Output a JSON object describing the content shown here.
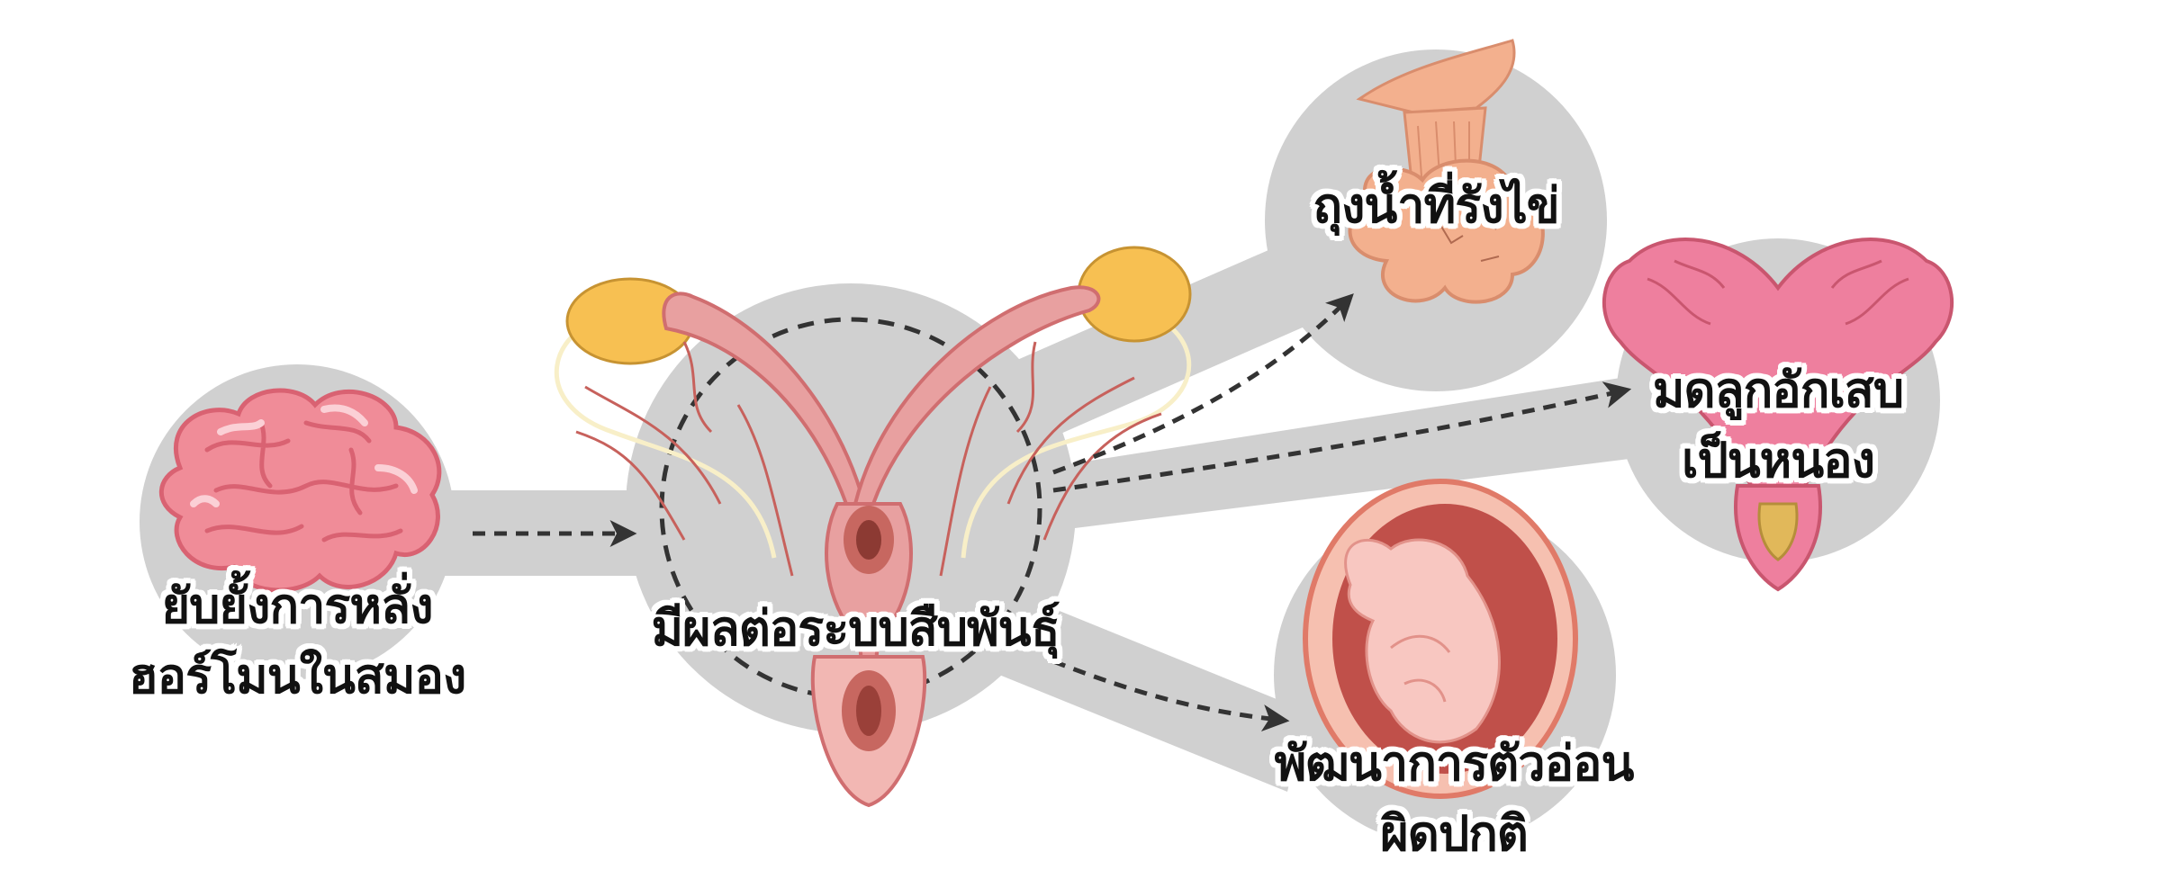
{
  "colors": {
    "bubble": "#d0d0d0",
    "arrow": "#333333",
    "brain": "#f08c98",
    "brain_light": "#f9c3cb",
    "ovary": "#f7c052",
    "uterus": "#e8a0a0",
    "cyst": "#f3b08e",
    "pus_uterus": "#ee7f9e",
    "fetus_wall": "#c0504a",
    "fetus_body": "#f8c7c1"
  },
  "nodes": {
    "brain": {
      "icon": "brain-icon",
      "lines": [
        "ยับยั้งการหลั่ง",
        "ฮอร์โมนในสมอง"
      ]
    },
    "reproductive": {
      "icon": "reproductive-system-icon",
      "lines": [
        "มีผลต่อระบบสืบพันธุ์"
      ]
    },
    "ovary_cyst": {
      "icon": "ovarian-cyst-icon",
      "lines": [
        "ถุงน้ำที่รังไข่"
      ]
    },
    "uterus_pus": {
      "icon": "infected-uterus-icon",
      "lines": [
        "มดลูกอักเสบ",
        "เป็นหนอง"
      ]
    },
    "fetus": {
      "icon": "fetus-icon",
      "lines": [
        "พัฒนาการตัวอ่อน",
        "ผิดปกติ"
      ]
    }
  }
}
